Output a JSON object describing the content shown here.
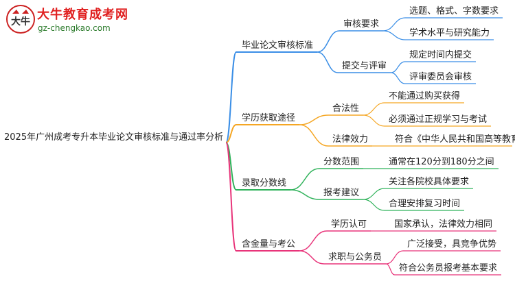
{
  "logo": {
    "title": "大牛教育成考网",
    "url": "gz-chengkao.com",
    "mark_icon": "calf-mascot-icon"
  },
  "colors": {
    "blue": "#3a8ee6",
    "orange": "#f5a623",
    "green": "#2fb25a",
    "pink": "#e8347a"
  },
  "mindmap": {
    "root": "2025年广州成考专升本毕业论文审核标准与通过率分析",
    "branches": [
      {
        "label": "毕业论文审核标准",
        "color": "blue",
        "children": [
          {
            "label": "审核要求",
            "children": [
              "选题、格式、字数要求",
              "学术水平与研究能力"
            ]
          },
          {
            "label": "提交与评审",
            "children": [
              "规定时间内提交",
              "评审委员会审核"
            ]
          }
        ]
      },
      {
        "label": "学历获取途径",
        "color": "orange",
        "children": [
          {
            "label": "合法性",
            "children": [
              "不能通过购买获得",
              "必须通过正规学习与考试"
            ]
          },
          {
            "label": "法律效力",
            "children": [
              "符合《中华人民共和国高等教育法》"
            ]
          }
        ]
      },
      {
        "label": "录取分数线",
        "color": "green",
        "children": [
          {
            "label": "分数范围",
            "children": [
              "通常在120分到180分之间"
            ]
          },
          {
            "label": "报考建议",
            "children": [
              "关注各院校具体要求",
              "合理安排复习时间"
            ]
          }
        ]
      },
      {
        "label": "含金量与考公",
        "color": "pink",
        "children": [
          {
            "label": "学历认可",
            "children": [
              "国家承认，法律效力相同"
            ]
          },
          {
            "label": "求职与公务员",
            "children": [
              "广泛接受，具竞争优势",
              "符合公务员报考基本要求"
            ]
          }
        ]
      }
    ]
  }
}
